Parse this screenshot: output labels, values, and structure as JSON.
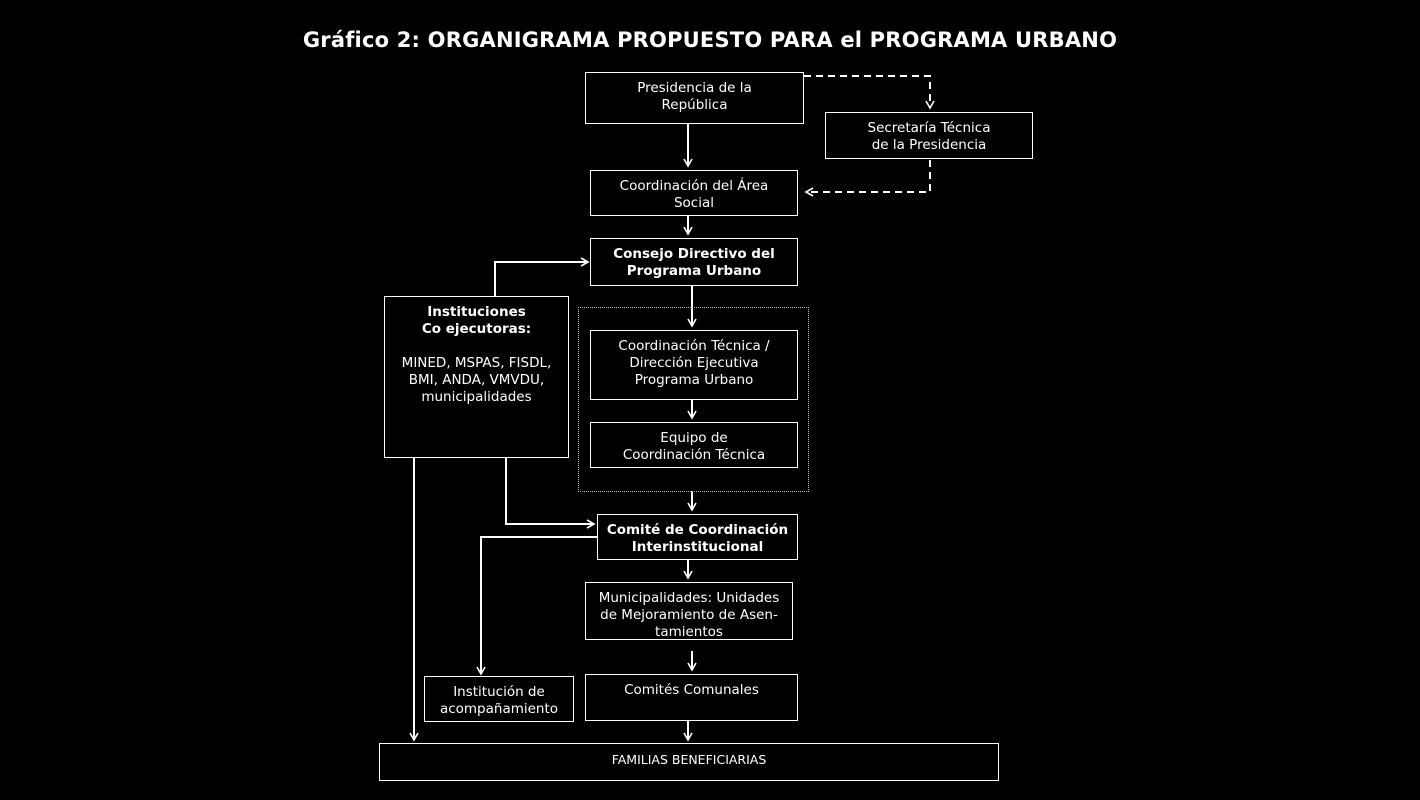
{
  "title": "Gráfico 2: ORGANIGRAMA PROPUESTO PARA el PROGRAMA URBANO",
  "nodes": {
    "presidencia": "Presidencia de la\nRepública",
    "secretaria": "Secretaría Técnica\nde la Presidencia",
    "coord_area_social": "Coordinación del Área\nSocial",
    "consejo": "Consejo Directivo del\nPrograma Urbano",
    "instituciones_head": "Instituciones\nCo ejecutoras:",
    "instituciones_body": "MINED, MSPAS, FISDL,\nBMI, ANDA, VMVDU,\nmunicipalidades",
    "coord_tecnica": "Coordinación Técnica /\nDirección Ejecutiva\nPrograma Urbano",
    "equipo": "Equipo de\nCoordinación Técnica",
    "comite": "Comité de Coordinación\nInterinstitucional",
    "municipalidades": "Municipalidades: Unidades\nde Mejoramiento de  Asen-\ntamientos",
    "institucion_acomp": "Institución de\nacompañamiento",
    "comites_comunales": "Comités Comunales",
    "familias": "FAMILIAS BENEFICIARIAS"
  }
}
